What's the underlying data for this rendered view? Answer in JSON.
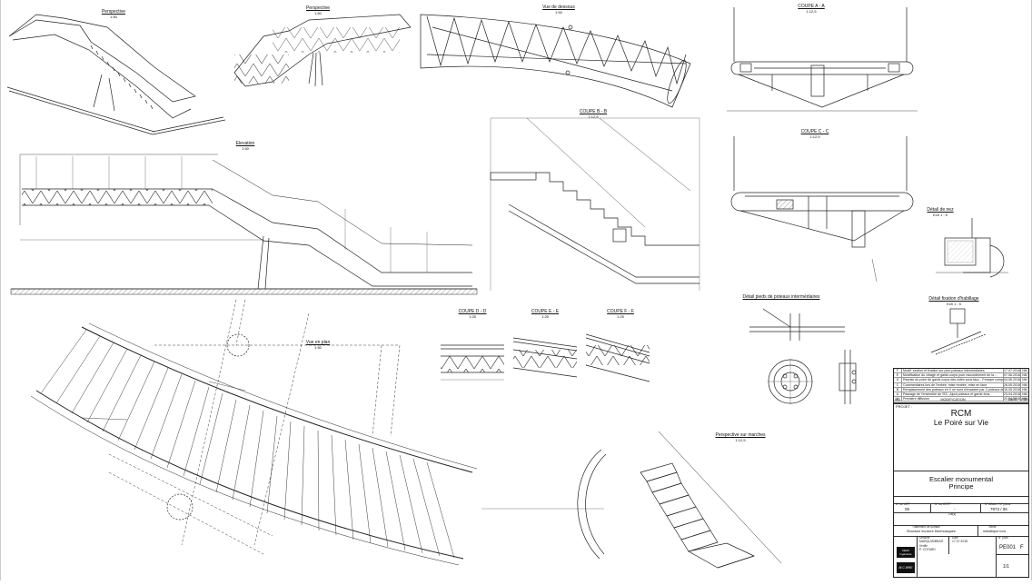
{
  "views": {
    "perspective_1": {
      "title": "Perspective",
      "scale": "1:50"
    },
    "perspective_2": {
      "title": "Perspective",
      "scale": "1:50"
    },
    "top_view": {
      "title": "Vue de dessous",
      "scale": "1:50"
    },
    "elevation": {
      "title": "Elevation",
      "scale": "1:50"
    },
    "section_bb": {
      "title": "COUPE B - B",
      "scale": "1:12,5"
    },
    "section_aa": {
      "title": "COUPE A - A",
      "scale": "1:12,5"
    },
    "section_cc": {
      "title": "COUPE C - C",
      "scale": "1:12,5"
    },
    "section_dd": {
      "title": "COUPE D - D",
      "scale": "1:25"
    },
    "section_ee": {
      "title": "COUPE E - E",
      "scale": "1:25"
    },
    "section_ff": {
      "title": "COUPE F - F",
      "scale": "1:25"
    },
    "plan": {
      "title": "Vue en plan",
      "scale": "1:50"
    },
    "perspective_steps": {
      "title": "Perspective sur marches",
      "scale": "1:12,5"
    },
    "detail_nez": {
      "title": "Détail de nez",
      "scale": "Ech 1 : 5"
    },
    "detail_fixation": {
      "title": "Détail fixation d'habillage",
      "scale": "Ech 1 : 5"
    },
    "detail_poteaux": {
      "title": "Détail pieds de poteaux intermédiaires",
      "scale": ""
    }
  },
  "title_block": {
    "revisions": [
      {
        "ind": "F",
        "mod": "Modif. section et fixation sur pied poteaux intermédiaires",
        "date": "17.07.2018",
        "par": "NM"
      },
      {
        "ind": "E",
        "mod": "Modification du vitrage et garde-corps pour raccordement de la ...",
        "date": "07.06.2018",
        "par": "NM"
      },
      {
        "ind": "D",
        "mod": "Reprise du point de garde-corps des côtés sous faux - Principe complet",
        "date": "04.06.2018",
        "par": "NM"
      },
      {
        "ind": "C",
        "mod": "Commentaires lors de l'entrée, mise rentrée, mise en face",
        "date": "26.05.2018",
        "par": "NM"
      },
      {
        "ind": "B",
        "mod": "Remplacement des poteaux en V ne sont d'encastré par 2 poteaux droit",
        "date": "16.05.2018",
        "par": "NM"
      },
      {
        "ind": "A",
        "mod": "Passage de l'ensemble de l'EC, Ajout poteaux et garde-fous",
        "date": "23.04.2018",
        "par": "NM"
      },
      {
        "ind": "0",
        "mod": "Première diffusion",
        "date": "20.04.2018",
        "par": "NM"
      }
    ],
    "rev_header": {
      "ind": "IND",
      "mod": "MODIFICATION",
      "date": "DATE",
      "par": "PAR"
    },
    "projet_label": "PROJET :",
    "project_name": "RCM",
    "project_place": "Le Poiré sur Vie",
    "drawing_title": "Escalier monumental",
    "drawing_subtitle": "Principe",
    "fields": {
      "n_lot_label": "N° de LOT",
      "n_lot": "05",
      "n_du_cctp_label": "N° du CCTP",
      "n_du_cctp": "-",
      "affaire_label": "N° Affaire / N° plans",
      "affaire": "7873 / 06",
      "lot_label": "Lot(s)",
      "traitement_label": "Traitement de surface",
      "traitement": "Structure incolore thermolaquée",
      "teinte_label": "Teinte",
      "teinte": "métallique inox",
      "dessine_label": "Dessiné",
      "dessine_par": "MARQUIS/BRAIT",
      "date_label": "Date",
      "date": "17.07.2018",
      "verifie_label": "Vérifié",
      "verifie_par": "P. COTARD",
      "plan_label": "N° plan",
      "plan_no": "PE001",
      "rev": "F",
      "sheet_count": "1/1"
    },
    "logo_1": "DEMI Ingénierie",
    "logo_2": "M.C.WRE"
  }
}
